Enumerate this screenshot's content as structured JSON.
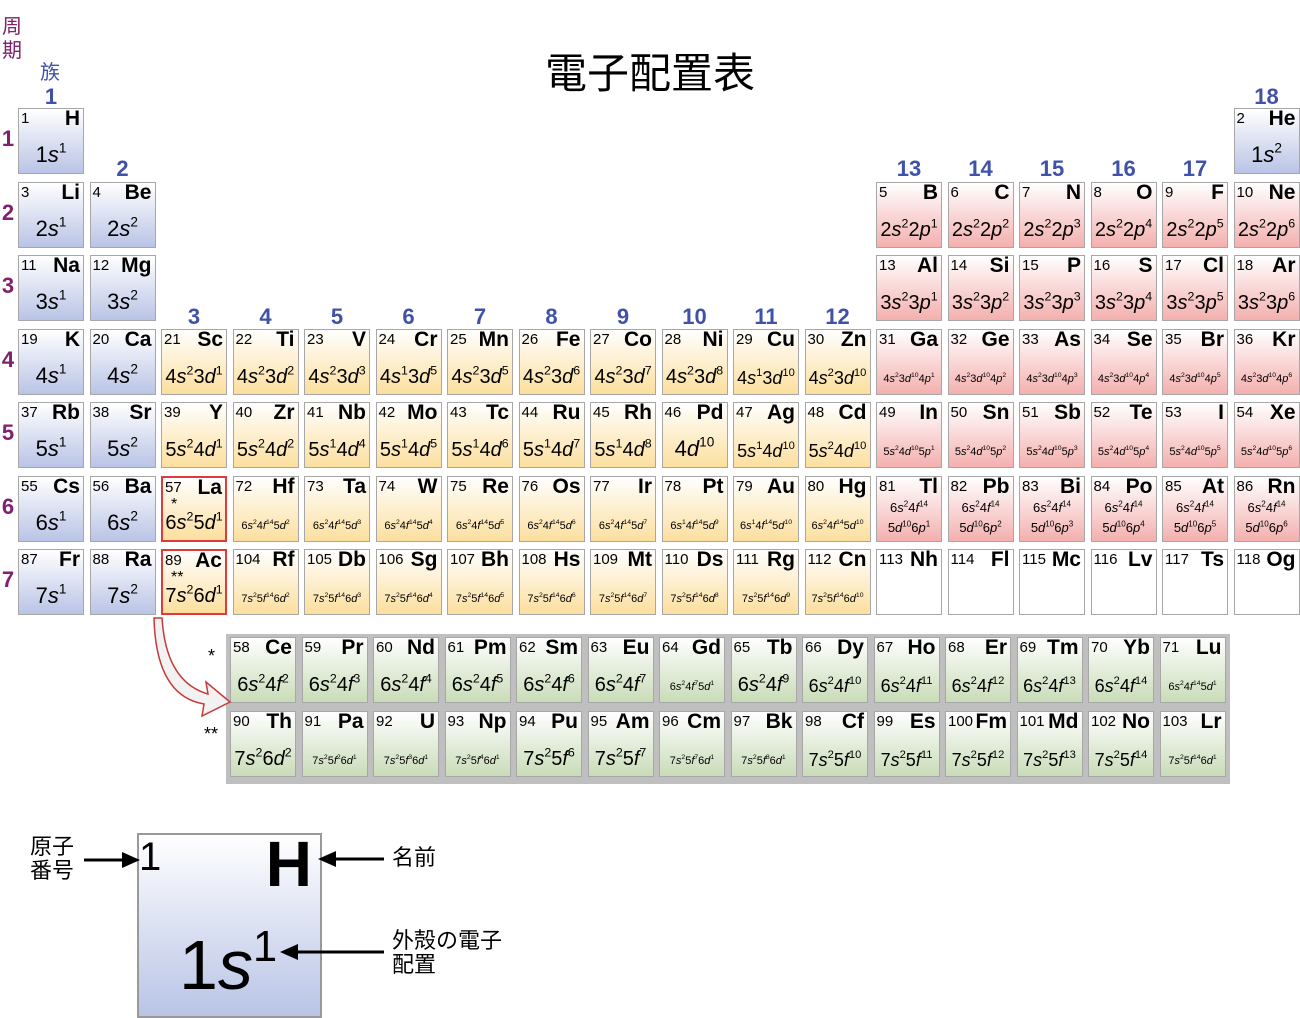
{
  "title": "電子配置表",
  "period_heading": "周期",
  "group_heading": "族",
  "groups": [
    "1",
    "2",
    "3",
    "4",
    "5",
    "6",
    "7",
    "8",
    "9",
    "10",
    "11",
    "12",
    "13",
    "14",
    "15",
    "16",
    "17",
    "18"
  ],
  "periods": [
    "1",
    "2",
    "3",
    "4",
    "5",
    "6",
    "7"
  ],
  "block_colors": {
    "s": "#b9c4e6",
    "p": "#f3b0ae",
    "d": "#fcdf9e",
    "f": "#c9dcb8",
    "unknown": "#ffffff"
  },
  "elements": [
    {
      "z": "1",
      "symbol": "H",
      "config": "1s^1",
      "block": "s",
      "period": 1,
      "group": 1
    },
    {
      "z": "2",
      "symbol": "He",
      "config": "1s^2",
      "block": "s",
      "period": 1,
      "group": 18
    },
    {
      "z": "3",
      "symbol": "Li",
      "config": "2s^1",
      "block": "s",
      "period": 2,
      "group": 1
    },
    {
      "z": "4",
      "symbol": "Be",
      "config": "2s^2",
      "block": "s",
      "period": 2,
      "group": 2
    },
    {
      "z": "5",
      "symbol": "B",
      "config": "2s^2 2p^1",
      "block": "p",
      "period": 2,
      "group": 13
    },
    {
      "z": "6",
      "symbol": "C",
      "config": "2s^2 2p^2",
      "block": "p",
      "period": 2,
      "group": 14
    },
    {
      "z": "7",
      "symbol": "N",
      "config": "2s^2 2p^3",
      "block": "p",
      "period": 2,
      "group": 15
    },
    {
      "z": "8",
      "symbol": "O",
      "config": "2s^2 2p^4",
      "block": "p",
      "period": 2,
      "group": 16
    },
    {
      "z": "9",
      "symbol": "F",
      "config": "2s^2 2p^5",
      "block": "p",
      "period": 2,
      "group": 17
    },
    {
      "z": "10",
      "symbol": "Ne",
      "config": "2s^2 2p^6",
      "block": "p",
      "period": 2,
      "group": 18
    },
    {
      "z": "11",
      "symbol": "Na",
      "config": "3s^1",
      "block": "s",
      "period": 3,
      "group": 1
    },
    {
      "z": "12",
      "symbol": "Mg",
      "config": "3s^2",
      "block": "s",
      "period": 3,
      "group": 2
    },
    {
      "z": "13",
      "symbol": "Al",
      "config": "3s^2 3p^1",
      "block": "p",
      "period": 3,
      "group": 13
    },
    {
      "z": "14",
      "symbol": "Si",
      "config": "3s^2 3p^2",
      "block": "p",
      "period": 3,
      "group": 14
    },
    {
      "z": "15",
      "symbol": "P",
      "config": "3s^2 3p^3",
      "block": "p",
      "period": 3,
      "group": 15
    },
    {
      "z": "16",
      "symbol": "S",
      "config": "3s^2 3p^4",
      "block": "p",
      "period": 3,
      "group": 16
    },
    {
      "z": "17",
      "symbol": "Cl",
      "config": "3s^2 3p^5",
      "block": "p",
      "period": 3,
      "group": 17
    },
    {
      "z": "18",
      "symbol": "Ar",
      "config": "3s^2 3p^6",
      "block": "p",
      "period": 3,
      "group": 18
    },
    {
      "z": "19",
      "symbol": "K",
      "config": "4s^1",
      "block": "s",
      "period": 4,
      "group": 1
    },
    {
      "z": "20",
      "symbol": "Ca",
      "config": "4s^2",
      "block": "s",
      "period": 4,
      "group": 2
    },
    {
      "z": "21",
      "symbol": "Sc",
      "config": "4s^2 3d^1",
      "block": "d",
      "period": 4,
      "group": 3
    },
    {
      "z": "22",
      "symbol": "Ti",
      "config": "4s^2 3d^2",
      "block": "d",
      "period": 4,
      "group": 4
    },
    {
      "z": "23",
      "symbol": "V",
      "config": "4s^2 3d^3",
      "block": "d",
      "period": 4,
      "group": 5
    },
    {
      "z": "24",
      "symbol": "Cr",
      "config": "4s^1 3d^5",
      "block": "d",
      "period": 4,
      "group": 6
    },
    {
      "z": "25",
      "symbol": "Mn",
      "config": "4s^2 3d^5",
      "block": "d",
      "period": 4,
      "group": 7
    },
    {
      "z": "26",
      "symbol": "Fe",
      "config": "4s^2 3d^6",
      "block": "d",
      "period": 4,
      "group": 8
    },
    {
      "z": "27",
      "symbol": "Co",
      "config": "4s^2 3d^7",
      "block": "d",
      "period": 4,
      "group": 9
    },
    {
      "z": "28",
      "symbol": "Ni",
      "config": "4s^2 3d^8",
      "block": "d",
      "period": 4,
      "group": 10
    },
    {
      "z": "29",
      "symbol": "Cu",
      "config": "4s^1 3d^10",
      "block": "d",
      "period": 4,
      "group": 11
    },
    {
      "z": "30",
      "symbol": "Zn",
      "config": "4s^2 3d^10",
      "block": "d",
      "period": 4,
      "group": 12
    },
    {
      "z": "31",
      "symbol": "Ga",
      "config": "4s^2 3d^10 4p^1",
      "block": "p",
      "period": 4,
      "group": 13
    },
    {
      "z": "32",
      "symbol": "Ge",
      "config": "4s^2 3d^10 4p^2",
      "block": "p",
      "period": 4,
      "group": 14
    },
    {
      "z": "33",
      "symbol": "As",
      "config": "4s^2 3d^10 4p^3",
      "block": "p",
      "period": 4,
      "group": 15
    },
    {
      "z": "34",
      "symbol": "Se",
      "config": "4s^2 3d^10 4p^4",
      "block": "p",
      "period": 4,
      "group": 16
    },
    {
      "z": "35",
      "symbol": "Br",
      "config": "4s^2 3d^10 4p^5",
      "block": "p",
      "period": 4,
      "group": 17
    },
    {
      "z": "36",
      "symbol": "Kr",
      "config": "4s^2 3d^10 4p^6",
      "block": "p",
      "period": 4,
      "group": 18
    },
    {
      "z": "37",
      "symbol": "Rb",
      "config": "5s^1",
      "block": "s",
      "period": 5,
      "group": 1
    },
    {
      "z": "38",
      "symbol": "Sr",
      "config": "5s^2",
      "block": "s",
      "period": 5,
      "group": 2
    },
    {
      "z": "39",
      "symbol": "Y",
      "config": "5s^2 4d^1",
      "block": "d",
      "period": 5,
      "group": 3
    },
    {
      "z": "40",
      "symbol": "Zr",
      "config": "5s^2 4d^2",
      "block": "d",
      "period": 5,
      "group": 4
    },
    {
      "z": "41",
      "symbol": "Nb",
      "config": "5s^1 4d^4",
      "block": "d",
      "period": 5,
      "group": 5
    },
    {
      "z": "42",
      "symbol": "Mo",
      "config": "5s^1 4d^5",
      "block": "d",
      "period": 5,
      "group": 6
    },
    {
      "z": "43",
      "symbol": "Tc",
      "config": "5s^1 4d^6",
      "block": "d",
      "period": 5,
      "group": 7
    },
    {
      "z": "44",
      "symbol": "Ru",
      "config": "5s^1 4d^7",
      "block": "d",
      "period": 5,
      "group": 8
    },
    {
      "z": "45",
      "symbol": "Rh",
      "config": "5s^1 4d^8",
      "block": "d",
      "period": 5,
      "group": 9
    },
    {
      "z": "46",
      "symbol": "Pd",
      "config": "4d^10",
      "block": "d",
      "period": 5,
      "group": 10
    },
    {
      "z": "47",
      "symbol": "Ag",
      "config": "5s^1 4d^10",
      "block": "d",
      "period": 5,
      "group": 11
    },
    {
      "z": "48",
      "symbol": "Cd",
      "config": "5s^2 4d^10",
      "block": "d",
      "period": 5,
      "group": 12
    },
    {
      "z": "49",
      "symbol": "In",
      "config": "5s^2 4d^10 5p^1",
      "block": "p",
      "period": 5,
      "group": 13
    },
    {
      "z": "50",
      "symbol": "Sn",
      "config": "5s^2 4d^10 5p^2",
      "block": "p",
      "period": 5,
      "group": 14
    },
    {
      "z": "51",
      "symbol": "Sb",
      "config": "5s^2 4d^10 5p^3",
      "block": "p",
      "period": 5,
      "group": 15
    },
    {
      "z": "52",
      "symbol": "Te",
      "config": "5s^2 4d^10 5p^4",
      "block": "p",
      "period": 5,
      "group": 16
    },
    {
      "z": "53",
      "symbol": "I",
      "config": "5s^2 4d^10 5p^5",
      "block": "p",
      "period": 5,
      "group": 17
    },
    {
      "z": "54",
      "symbol": "Xe",
      "config": "5s^2 4d^10 5p^6",
      "block": "p",
      "period": 5,
      "group": 18
    },
    {
      "z": "55",
      "symbol": "Cs",
      "config": "6s^1",
      "block": "s",
      "period": 6,
      "group": 1
    },
    {
      "z": "56",
      "symbol": "Ba",
      "config": "6s^2",
      "block": "s",
      "period": 6,
      "group": 2
    },
    {
      "z": "57",
      "symbol": "La",
      "config": "6s^2 5d^1",
      "block": "d",
      "period": 6,
      "group": 3,
      "mark": "*",
      "highlight": true
    },
    {
      "z": "72",
      "symbol": "Hf",
      "config": "6s^2 4f^14 5d^2",
      "block": "d",
      "period": 6,
      "group": 4
    },
    {
      "z": "73",
      "symbol": "Ta",
      "config": "6s^2 4f^14 5d^3",
      "block": "d",
      "period": 6,
      "group": 5
    },
    {
      "z": "74",
      "symbol": "W",
      "config": "6s^2 4f^14 5d^4",
      "block": "d",
      "period": 6,
      "group": 6
    },
    {
      "z": "75",
      "symbol": "Re",
      "config": "6s^2 4f^14 5d^5",
      "block": "d",
      "period": 6,
      "group": 7
    },
    {
      "z": "76",
      "symbol": "Os",
      "config": "6s^2 4f^14 5d^6",
      "block": "d",
      "period": 6,
      "group": 8
    },
    {
      "z": "77",
      "symbol": "Ir",
      "config": "6s^2 4f^14 5d^7",
      "block": "d",
      "period": 6,
      "group": 9
    },
    {
      "z": "78",
      "symbol": "Pt",
      "config": "6s^1 4f^14 5d^9",
      "block": "d",
      "period": 6,
      "group": 10
    },
    {
      "z": "79",
      "symbol": "Au",
      "config": "6s^1 4f^14 5d^10",
      "block": "d",
      "period": 6,
      "group": 11
    },
    {
      "z": "80",
      "symbol": "Hg",
      "config": "6s^2 4f^14 5d^10",
      "block": "d",
      "period": 6,
      "group": 12
    },
    {
      "z": "81",
      "symbol": "Tl",
      "config": "6s^2 4f^14 | 5d^10 6p^1",
      "block": "p",
      "period": 6,
      "group": 13
    },
    {
      "z": "82",
      "symbol": "Pb",
      "config": "6s^2 4f^14 | 5d^10 6p^2",
      "block": "p",
      "period": 6,
      "group": 14
    },
    {
      "z": "83",
      "symbol": "Bi",
      "config": "6s^2 4f^14 | 5d^10 6p^3",
      "block": "p",
      "period": 6,
      "group": 15
    },
    {
      "z": "84",
      "symbol": "Po",
      "config": "6s^2 4f^14 | 5d^10 6p^4",
      "block": "p",
      "period": 6,
      "group": 16
    },
    {
      "z": "85",
      "symbol": "At",
      "config": "6s^2 4f^14 | 5d^10 6p^5",
      "block": "p",
      "period": 6,
      "group": 17
    },
    {
      "z": "86",
      "symbol": "Rn",
      "config": "6s^2 4f^14 | 5d^10 6p^6",
      "block": "p",
      "period": 6,
      "group": 18
    },
    {
      "z": "87",
      "symbol": "Fr",
      "config": "7s^1",
      "block": "s",
      "period": 7,
      "group": 1
    },
    {
      "z": "88",
      "symbol": "Ra",
      "config": "7s^2",
      "block": "s",
      "period": 7,
      "group": 2
    },
    {
      "z": "89",
      "symbol": "Ac",
      "config": "7s^2 6d^1",
      "block": "d",
      "period": 7,
      "group": 3,
      "mark": "**",
      "highlight": true
    },
    {
      "z": "104",
      "symbol": "Rf",
      "config": "7s^2 5f^14 6d^2",
      "block": "d",
      "period": 7,
      "group": 4
    },
    {
      "z": "105",
      "symbol": "Db",
      "config": "7s^2 5f^14 6d^3",
      "block": "d",
      "period": 7,
      "group": 5
    },
    {
      "z": "106",
      "symbol": "Sg",
      "config": "7s^2 5f^14 6d^4",
      "block": "d",
      "period": 7,
      "group": 6
    },
    {
      "z": "107",
      "symbol": "Bh",
      "config": "7s^2 5f^14 6d^5",
      "block": "d",
      "period": 7,
      "group": 7
    },
    {
      "z": "108",
      "symbol": "Hs",
      "config": "7s^2 5f^14 6d^6",
      "block": "d",
      "period": 7,
      "group": 8
    },
    {
      "z": "109",
      "symbol": "Mt",
      "config": "7s^2 5f^14 6d^7",
      "block": "d",
      "period": 7,
      "group": 9
    },
    {
      "z": "110",
      "symbol": "Ds",
      "config": "7s^2 5f^14 6d^8",
      "block": "d",
      "period": 7,
      "group": 10
    },
    {
      "z": "111",
      "symbol": "Rg",
      "config": "7s^2 5f^14 6d^9",
      "block": "d",
      "period": 7,
      "group": 11
    },
    {
      "z": "112",
      "symbol": "Cn",
      "config": "7s^2 5f^14 6d^10",
      "block": "d",
      "period": 7,
      "group": 12
    },
    {
      "z": "113",
      "symbol": "Nh",
      "config": "",
      "block": "unknown",
      "period": 7,
      "group": 13
    },
    {
      "z": "114",
      "symbol": "Fl",
      "config": "",
      "block": "unknown",
      "period": 7,
      "group": 14
    },
    {
      "z": "115",
      "symbol": "Mc",
      "config": "",
      "block": "unknown",
      "period": 7,
      "group": 15
    },
    {
      "z": "116",
      "symbol": "Lv",
      "config": "",
      "block": "unknown",
      "period": 7,
      "group": 16
    },
    {
      "z": "117",
      "symbol": "Ts",
      "config": "",
      "block": "unknown",
      "period": 7,
      "group": 17
    },
    {
      "z": "118",
      "symbol": "Og",
      "config": "",
      "block": "unknown",
      "period": 7,
      "group": 18
    }
  ],
  "f_block": {
    "lanthanide_mark": "*",
    "actinide_mark": "**",
    "lanthanides": [
      {
        "z": "58",
        "symbol": "Ce",
        "config": "6s^2 4f^2"
      },
      {
        "z": "59",
        "symbol": "Pr",
        "config": "6s^2 4f^3"
      },
      {
        "z": "60",
        "symbol": "Nd",
        "config": "6s^2 4f^4"
      },
      {
        "z": "61",
        "symbol": "Pm",
        "config": "6s^2 4f^5"
      },
      {
        "z": "62",
        "symbol": "Sm",
        "config": "6s^2 4f^6"
      },
      {
        "z": "63",
        "symbol": "Eu",
        "config": "6s^2 4f^7"
      },
      {
        "z": "64",
        "symbol": "Gd",
        "config": "6s^2 4f^7 5d^1"
      },
      {
        "z": "65",
        "symbol": "Tb",
        "config": "6s^2 4f^9"
      },
      {
        "z": "66",
        "symbol": "Dy",
        "config": "6s^2 4f^10"
      },
      {
        "z": "67",
        "symbol": "Ho",
        "config": "6s^2 4f^11"
      },
      {
        "z": "68",
        "symbol": "Er",
        "config": "6s^2 4f^12"
      },
      {
        "z": "69",
        "symbol": "Tm",
        "config": "6s^2 4f^13"
      },
      {
        "z": "70",
        "symbol": "Yb",
        "config": "6s^2 4f^14"
      },
      {
        "z": "71",
        "symbol": "Lu",
        "config": "6s^2 4f^14 5d^1"
      }
    ],
    "actinides": [
      {
        "z": "90",
        "symbol": "Th",
        "config": "7s^2 6d^2"
      },
      {
        "z": "91",
        "symbol": "Pa",
        "config": "7s^2 5f^2 6d^1"
      },
      {
        "z": "92",
        "symbol": "U",
        "config": "7s^2 5f^3 6d^1"
      },
      {
        "z": "93",
        "symbol": "Np",
        "config": "7s^2 5f^4 6d^1"
      },
      {
        "z": "94",
        "symbol": "Pu",
        "config": "7s^2 5f^6"
      },
      {
        "z": "95",
        "symbol": "Am",
        "config": "7s^2 5f^7"
      },
      {
        "z": "96",
        "symbol": "Cm",
        "config": "7s^2 5f^7 6d^1"
      },
      {
        "z": "97",
        "symbol": "Bk",
        "config": "7s^2 5f^8 6d^1"
      },
      {
        "z": "98",
        "symbol": "Cf",
        "config": "7s^2 5f^10"
      },
      {
        "z": "99",
        "symbol": "Es",
        "config": "7s^2 5f^11"
      },
      {
        "z": "100",
        "symbol": "Fm",
        "config": "7s^2 5f^12"
      },
      {
        "z": "101",
        "symbol": "Md",
        "config": "7s^2 5f^13"
      },
      {
        "z": "102",
        "symbol": "No",
        "config": "7s^2 5f^14"
      },
      {
        "z": "103",
        "symbol": "Lr",
        "config": "7s^2 5f^14 6d^1"
      }
    ]
  },
  "legend": {
    "z": "1",
    "symbol": "H",
    "config": "1s^1",
    "atomic_number_label": "原子番号",
    "name_label": "名前",
    "config_label": "外殻の電子配置"
  }
}
